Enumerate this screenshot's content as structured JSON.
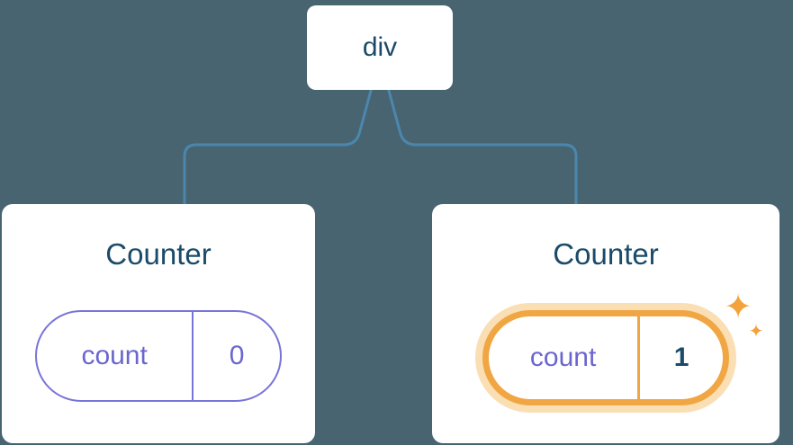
{
  "canvas": {
    "background": "#486471"
  },
  "tree": {
    "root": {
      "label": "div"
    },
    "children": [
      {
        "title": "Counter",
        "state": {
          "key": "count",
          "value": "0"
        },
        "highlighted": false
      },
      {
        "title": "Counter",
        "state": {
          "key": "count",
          "value": "1"
        },
        "highlighted": true
      }
    ]
  },
  "icons": {
    "sparkle_large": "✦",
    "sparkle_small": "✦"
  },
  "colors": {
    "background": "#486471",
    "card": "#ffffff",
    "title_text": "#1b4b68",
    "state_key_text": "#6b66cf",
    "pill_border_purple": "#7974d8",
    "highlight_orange": "#f1a644",
    "highlight_glow": "#f4b95c",
    "connector_blue": "#4b87ad",
    "value_highlight_text": "#1b4b68",
    "sparkle_orange": "#f3a23c"
  }
}
